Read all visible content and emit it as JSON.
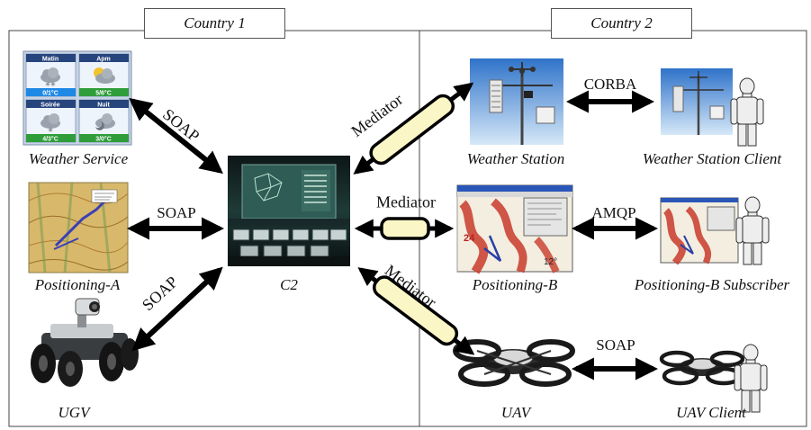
{
  "regions": [
    {
      "id": "country1",
      "title": "Country 1"
    },
    {
      "id": "country2",
      "title": "Country 2"
    }
  ],
  "nodes": [
    {
      "id": "weather-service",
      "label": "Weather Service",
      "kind": "weather-forecast-panel"
    },
    {
      "id": "positioning-a",
      "label": "Positioning-A",
      "kind": "topographic-map"
    },
    {
      "id": "ugv",
      "label": "UGV",
      "kind": "ground-robot"
    },
    {
      "id": "c2",
      "label": "C2",
      "kind": "control-room"
    },
    {
      "id": "weather-station",
      "label": "Weather Station",
      "kind": "weather-station"
    },
    {
      "id": "weather-station-client",
      "label": "Weather Station Client",
      "kind": "weather-station-with-person"
    },
    {
      "id": "positioning-b",
      "label": "Positioning-B",
      "kind": "map-software"
    },
    {
      "id": "positioning-b-subscriber",
      "label": "Positioning-B Subscriber",
      "kind": "map-software-with-person"
    },
    {
      "id": "uav",
      "label": "UAV",
      "kind": "quadcopter"
    },
    {
      "id": "uav-client",
      "label": "UAV Client",
      "kind": "quadcopter-with-person"
    }
  ],
  "weather_panel": {
    "cells": [
      {
        "period": "Matin",
        "temp": "0/1°C",
        "band": "#1e88e5"
      },
      {
        "period": "Apm",
        "temp": "5/6°C",
        "band": "#2e9d3a"
      },
      {
        "period": "Soirée",
        "temp": "4/3°C",
        "band": "#2e9d3a"
      },
      {
        "period": "Nuit",
        "temp": "3/0°C",
        "band": "#2e9d3a"
      }
    ]
  },
  "map_b_number": "12°",
  "map_b_side_number": "24",
  "edges": [
    {
      "from": "weather-service",
      "to": "c2",
      "label": "SOAP",
      "mediated": false
    },
    {
      "from": "positioning-a",
      "to": "c2",
      "label": "SOAP",
      "mediated": false
    },
    {
      "from": "ugv",
      "to": "c2",
      "label": "SOAP",
      "mediated": false
    },
    {
      "from": "c2",
      "to": "weather-station",
      "label": "Mediator",
      "mediated": true
    },
    {
      "from": "c2",
      "to": "positioning-b",
      "label": "Mediator",
      "mediated": true
    },
    {
      "from": "c2",
      "to": "uav",
      "label": "Mediator",
      "mediated": true
    },
    {
      "from": "weather-station",
      "to": "weather-station-client",
      "label": "CORBA",
      "mediated": false
    },
    {
      "from": "positioning-b",
      "to": "positioning-b-subscriber",
      "label": "AMQP",
      "mediated": false
    },
    {
      "from": "uav",
      "to": "uav-client",
      "label": "SOAP",
      "mediated": false
    }
  ],
  "colors": {
    "mediator_fill": "#fbf6c6",
    "arrow": "#000000",
    "sky_top": "#2f73c9",
    "sky_bottom": "#cfe3f7",
    "map_a": "#d8b86a",
    "map_b": "#c8392b",
    "c2_screen": "#2f5c54"
  }
}
